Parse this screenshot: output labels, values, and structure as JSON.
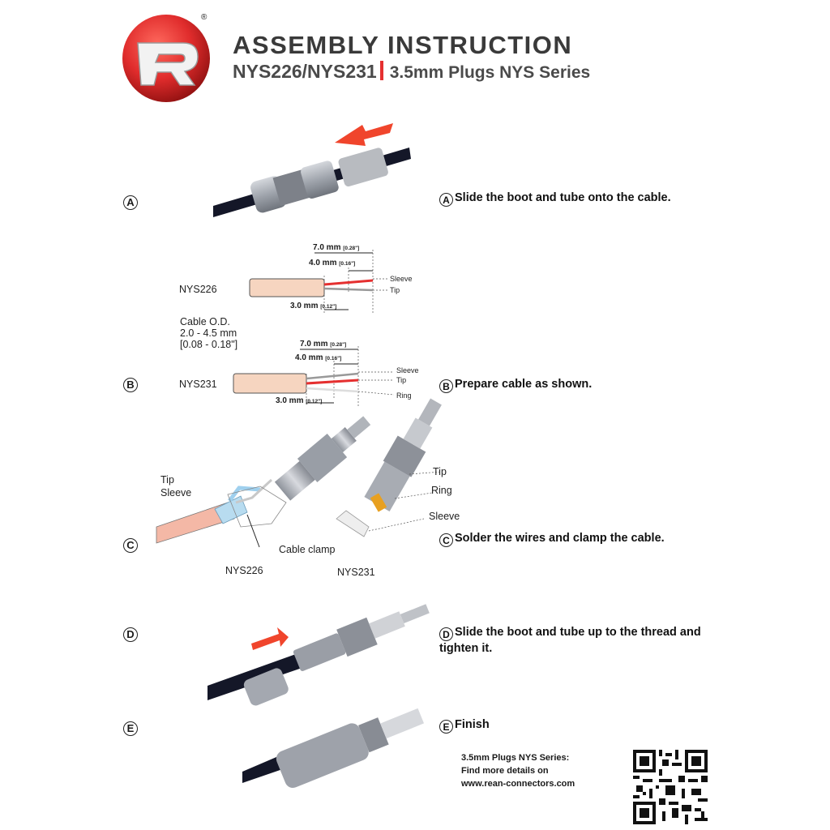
{
  "header": {
    "title": "ASSEMBLY  INSTRUCTION",
    "model": "NYS226/NYS231",
    "series": "3.5mm Plugs NYS Series",
    "logo_letter": "R",
    "registered_mark": "®"
  },
  "colors": {
    "brand_red": "#e02c2c",
    "arrow_red": "#f04a30",
    "metal": "#a9adb4",
    "cable": "#111425"
  },
  "steps": [
    {
      "letter": "A",
      "text": "Slide the boot and tube onto the cable."
    },
    {
      "letter": "B",
      "text": "Prepare cable as shown."
    },
    {
      "letter": "C",
      "text": "Solder the wires and clamp the cable."
    },
    {
      "letter": "D",
      "text": "Slide the boot and tube up to the thread and tighten it."
    },
    {
      "letter": "E",
      "text": "Finish"
    }
  ],
  "prep": {
    "cable_od_line1": "Cable O.D.",
    "cable_od_line2": "2.0 - 4.5 mm",
    "cable_od_line3": "[0.08 - 0.18\"]",
    "nys226": {
      "label": "NYS226",
      "dim7": "7.0 mm",
      "dim7_in": "[0.28\"]",
      "dim4": "4.0 mm",
      "dim4_in": "[0.16\"]",
      "dim3": "3.0 mm",
      "dim3_in": "[0.12\"]",
      "sleeve": "Sleeve",
      "tip": "Tip"
    },
    "nys231": {
      "label": "NYS231",
      "dim7": "7.0 mm",
      "dim7_in": "[0.28\"]",
      "dim4": "4.0 mm",
      "dim4_in": "[0.16\"]",
      "dim3": "3.0 mm",
      "dim3_in": "[0.12\"]",
      "sleeve": "Sleeve",
      "tip": "Tip",
      "ring": "Ring"
    }
  },
  "solder": {
    "left_tip": "Tip",
    "left_sleeve": "Sleeve",
    "cable_clamp": "Cable clamp",
    "left_model": "NYS226",
    "right_tip": "Tip",
    "right_ring": "Ring",
    "right_sleeve": "Sleeve",
    "right_model": "NYS231"
  },
  "footer": {
    "line1": "3.5mm Plugs NYS Series:",
    "line2": "Find more details on",
    "line3": "www.rean-connectors.com"
  }
}
